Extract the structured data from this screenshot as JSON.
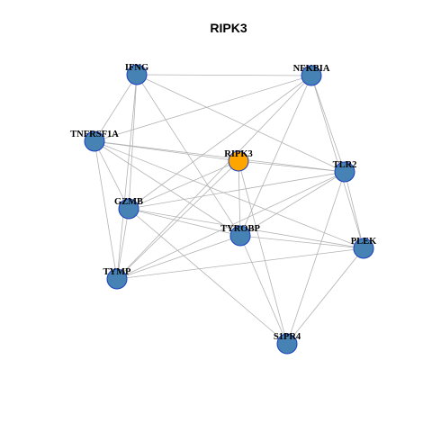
{
  "title": "RIPK3",
  "colors": {
    "hub": "#FFA500",
    "node": "#4682B4",
    "node_border": "#1a3fc0",
    "edge": "#b3b3b3"
  },
  "nodes": [
    {
      "id": "IFNG",
      "label": "IFNG",
      "hub": false
    },
    {
      "id": "NFKBIA",
      "label": "NFKBIA",
      "hub": false
    },
    {
      "id": "TNFRSF1A",
      "label": "TNFRSF1A",
      "hub": false
    },
    {
      "id": "RIPK3",
      "label": "RIPK3",
      "hub": true
    },
    {
      "id": "TLR2",
      "label": "TLR2",
      "hub": false
    },
    {
      "id": "GZMB",
      "label": "GZMB",
      "hub": false
    },
    {
      "id": "TYROBP",
      "label": "TYROBP",
      "hub": false
    },
    {
      "id": "PLEK",
      "label": "PLEK",
      "hub": false
    },
    {
      "id": "TYMP",
      "label": "TYMP",
      "hub": false
    },
    {
      "id": "S1PR4",
      "label": "S1PR4",
      "hub": false
    }
  ],
  "edges": [
    [
      "IFNG",
      "NFKBIA"
    ],
    [
      "IFNG",
      "TNFRSF1A"
    ],
    [
      "IFNG",
      "TLR2"
    ],
    [
      "IFNG",
      "GZMB"
    ],
    [
      "IFNG",
      "TYROBP"
    ],
    [
      "IFNG",
      "TYMP"
    ],
    [
      "NFKBIA",
      "TNFRSF1A"
    ],
    [
      "NFKBIA",
      "TLR2"
    ],
    [
      "NFKBIA",
      "GZMB"
    ],
    [
      "NFKBIA",
      "TYROBP"
    ],
    [
      "NFKBIA",
      "PLEK"
    ],
    [
      "NFKBIA",
      "TYMP"
    ],
    [
      "TNFRSF1A",
      "RIPK3"
    ],
    [
      "TNFRSF1A",
      "TLR2"
    ],
    [
      "TNFRSF1A",
      "GZMB"
    ],
    [
      "TNFRSF1A",
      "TYROBP"
    ],
    [
      "TNFRSF1A",
      "TYMP"
    ],
    [
      "TNFRSF1A",
      "PLEK"
    ],
    [
      "RIPK3",
      "TLR2"
    ],
    [
      "RIPK3",
      "GZMB"
    ],
    [
      "RIPK3",
      "TYROBP"
    ],
    [
      "RIPK3",
      "TYMP"
    ],
    [
      "RIPK3",
      "S1PR4"
    ],
    [
      "TLR2",
      "GZMB"
    ],
    [
      "TLR2",
      "TYROBP"
    ],
    [
      "TLR2",
      "PLEK"
    ],
    [
      "TLR2",
      "TYMP"
    ],
    [
      "TLR2",
      "S1PR4"
    ],
    [
      "GZMB",
      "TYROBP"
    ],
    [
      "GZMB",
      "PLEK"
    ],
    [
      "GZMB",
      "TYMP"
    ],
    [
      "GZMB",
      "S1PR4"
    ],
    [
      "TYROBP",
      "PLEK"
    ],
    [
      "TYROBP",
      "TYMP"
    ],
    [
      "TYROBP",
      "S1PR4"
    ],
    [
      "PLEK",
      "TYMP"
    ],
    [
      "PLEK",
      "S1PR4"
    ]
  ]
}
